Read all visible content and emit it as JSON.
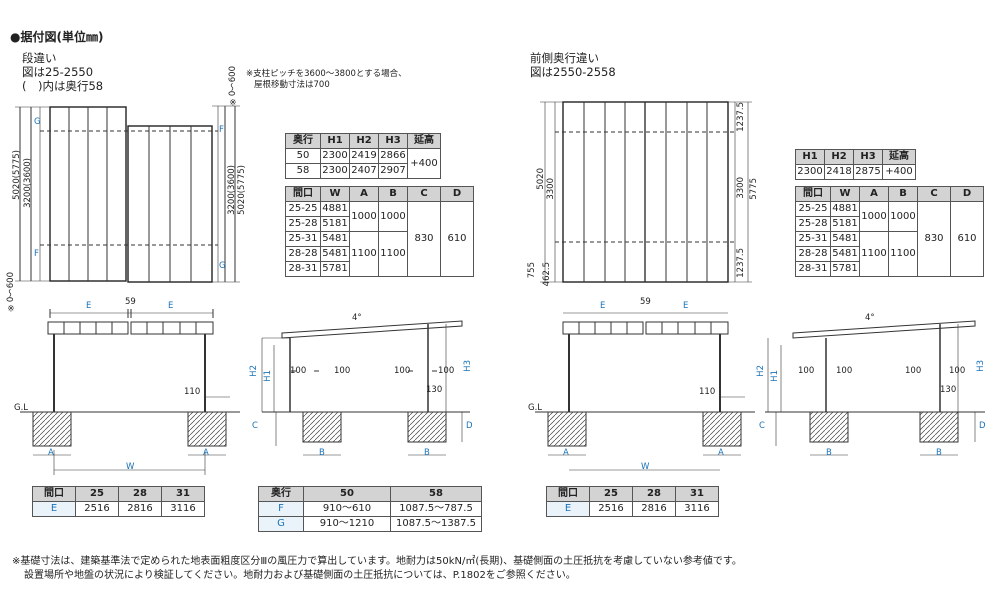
{
  "title": "●据付図(単位㎜)",
  "left": {
    "heading": "段違い",
    "sub1": "図は25-2550",
    "sub2": "(　)内は奥行58",
    "note": [
      "※支柱ピッチを3600～3800とする場合、",
      "屋根移動寸法は700"
    ],
    "dims": {
      "h_total": "5020(5775)",
      "h_inner": "3200(3600)",
      "h_r_inner": "3200(3600)",
      "h_r_total": "5020(5775)",
      "range_top": "※0～600",
      "range_bot": "※0～600",
      "g": "G",
      "f": "F",
      "e": "E",
      "gap": "59",
      "post": "110",
      "w": "W",
      "a": "A",
      "b": "B",
      "c": "C",
      "d": "D",
      "gl": "G.L",
      "h1": "H1",
      "h2": "H2",
      "h3": "H3",
      "deg": "4°",
      "p100a": "100",
      "p100b": "100",
      "p100c": "100",
      "p100d": "100",
      "p130": "130"
    },
    "table1": {
      "headers": [
        "奥行",
        "H1",
        "H2",
        "H3",
        "延高"
      ],
      "rows": [
        [
          "50",
          "2300",
          "2419",
          "2866"
        ],
        [
          "58",
          "2300",
          "2407",
          "2907"
        ]
      ],
      "ext": "+400"
    },
    "table2": {
      "headers": [
        "間口",
        "W",
        "A",
        "B",
        "C",
        "D"
      ],
      "maguchi": [
        "25-25",
        "25-28",
        "25-31",
        "28-28",
        "28-31"
      ],
      "w": [
        "4881",
        "5181",
        "5481",
        "5481",
        "5781"
      ],
      "a1": "1000",
      "b1": "1000",
      "a2": "1100",
      "b2": "1100",
      "c": "830",
      "d": "610"
    },
    "table3": {
      "headers": [
        "間口",
        "25",
        "28",
        "31"
      ],
      "label": "E",
      "values": [
        "2516",
        "2816",
        "3116"
      ]
    },
    "table4": {
      "headers": [
        "奥行",
        "50",
        "58"
      ],
      "rows": [
        [
          "F",
          "910～610",
          "1087.5～787.5"
        ],
        [
          "G",
          "910～1210",
          "1087.5～1387.5"
        ]
      ]
    }
  },
  "right": {
    "heading": "前側奥行違い",
    "sub1": "図は2550-2558",
    "dims": {
      "d1": "1237.5",
      "d2": "3300",
      "d3": "1237.5",
      "total": "5775",
      "l5020": "5020",
      "l3300": "3300",
      "l755": "755",
      "l462": "462.5",
      "e": "E",
      "gap": "59",
      "post": "110",
      "w": "W",
      "a": "A",
      "b": "B",
      "c": "C",
      "d": "D",
      "gl": "G.L",
      "h1": "H1",
      "h2": "H2",
      "h3": "H3",
      "deg": "4°",
      "p100a": "100",
      "p100b": "100",
      "p100c": "100",
      "p100d": "100",
      "p130": "130"
    },
    "table1": {
      "headers": [
        "H1",
        "H2",
        "H3",
        "延高"
      ],
      "row": [
        "2300",
        "2418",
        "2875",
        "+400"
      ]
    },
    "table2": {
      "headers": [
        "間口",
        "W",
        "A",
        "B",
        "C",
        "D"
      ],
      "maguchi": [
        "25-25",
        "25-28",
        "25-31",
        "28-28",
        "28-31"
      ],
      "w": [
        "4881",
        "5181",
        "5481",
        "5481",
        "5781"
      ],
      "a1": "1000",
      "b1": "1000",
      "a2": "1100",
      "b2": "1100",
      "c": "830",
      "d": "610"
    },
    "table3": {
      "headers": [
        "間口",
        "25",
        "28",
        "31"
      ],
      "label": "E",
      "values": [
        "2516",
        "2816",
        "3116"
      ]
    }
  },
  "footnote": [
    "※基礎寸法は、建築基準法で定められた地表面粗度区分Ⅲの風圧力で算出しています。地耐力は50kN/㎡(長期)、基礎側面の土圧抵抗を考慮していない参考値です。",
    "設置場所や地盤の状況により検証してください。地耐力および基礎側面の土圧抵抗については、P.1802をご参照ください。"
  ]
}
